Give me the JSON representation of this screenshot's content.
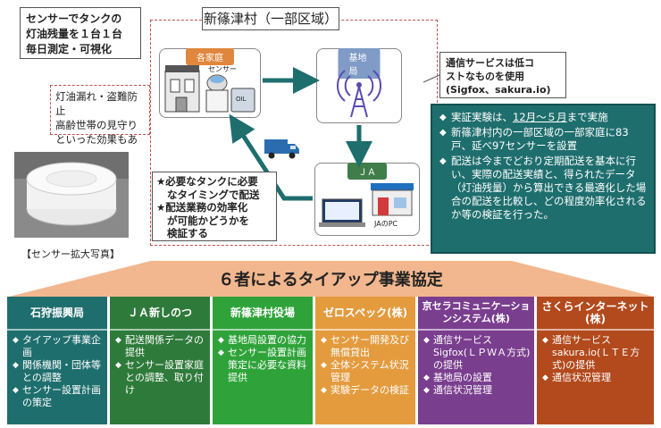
{
  "region_title": "新篠津村（一部区域）",
  "callouts": {
    "sensor": [
      "センサーでタンクの",
      "灯油残量を１台１台",
      "毎日測定・可視化"
    ],
    "effects": [
      "灯油漏れ・盗難防止",
      "高齢世帯の見守り",
      "といった効果もあり"
    ],
    "telecom": [
      "通信サービスは低コ",
      "ストなものを使用",
      "(Sigfox、sakura.io)"
    ],
    "delivery": [
      "★必要なタンクに必要",
      "なタイミングで配送",
      "★配送業務の効率化",
      "が可能かどうかを",
      "検証する"
    ]
  },
  "nodes": {
    "home": {
      "label": "各家庭",
      "sensor_label": "センサー",
      "tank_label": "OIL"
    },
    "base": {
      "label": "基地局"
    },
    "ja": {
      "label": "ＪＡ",
      "pc_label": "JAのPC"
    }
  },
  "photo_caption": "【センサー拡大写真】",
  "info": [
    {
      "pre": "実証実験は、",
      "hl": "12月〜５月",
      "post": "まで実施"
    },
    {
      "text": "新篠津村内の一部区域の一部家庭に83戸、延べ97センサーを設置"
    },
    {
      "text": "配送は今までどおり定期配送を基本に行い、実際の配送実績と、得られたデータ（灯油残量）から算出できる最適化した場合の配送を比較し、どの程度効率化されるか等の検証を行った。"
    }
  ],
  "agreement_title": "６者によるタイアップ事業協定",
  "partners": [
    {
      "name": "石狩振興局",
      "items": [
        "タイアップ事業企画",
        "関係機関・団体等との調整",
        "センサー設置計画の策定"
      ]
    },
    {
      "name": "ＪＡ新しのつ",
      "items": [
        "配送関係データの提供",
        "センサー設置家庭との調整、取り付け"
      ]
    },
    {
      "name": "新篠津村役場",
      "items": [
        "基地局設置の協力",
        "センサー設置計画策定に必要な資料提供"
      ]
    },
    {
      "name": "ゼロスペック(株)",
      "items": [
        "センサー開発及び無償貸出",
        "全体システム状況管理",
        "実験データの検証"
      ]
    },
    {
      "name": "京セラコミュニケーションシステム(株)",
      "items": [
        "通信サービスSigfox(ＬＰＷＡ方式)の提供",
        "基地局の設置",
        "通信状況管理"
      ]
    },
    {
      "name": "さくらインターネット(株)",
      "items": [
        "通信サービスsakura.io(ＬＴＥ方式)の提供",
        "通信状況管理"
      ]
    }
  ],
  "colors": {
    "node_header": "#e0873d",
    "node_header_base": "#7f9bc6",
    "node_header_ja": "#3f7e4a",
    "info_bg": "#1f6e6e",
    "trap": "#f2b78e",
    "arrow": "#1f6e6e",
    "col1": "#1f6e6e",
    "col2": "#2e7a3a",
    "col3": "#2fa33a",
    "col4": "#e39b3e",
    "col5": "#7a3e8f",
    "col6": "#b24a1d"
  }
}
